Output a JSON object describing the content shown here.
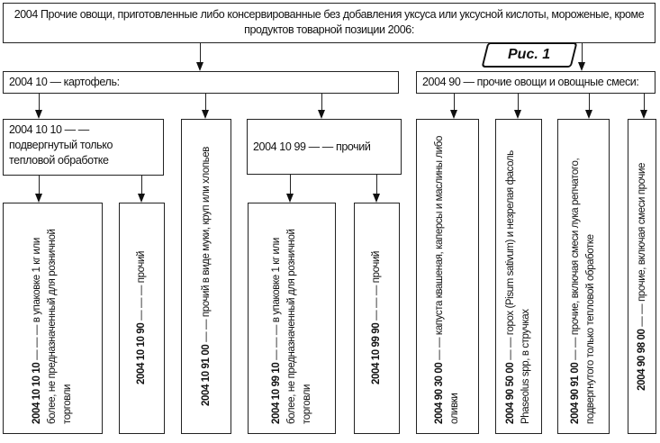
{
  "root": {
    "text": "2004 Прочие овощи, приготовленные либо консервированные без добавления уксуса или уксусной кислоты, мороженые, кроме продуктов товарной позиции 2006:"
  },
  "figure_label": "Рис. 1",
  "level1": [
    {
      "text": "2004 10 — картофель:"
    },
    {
      "text": "2004 90 — прочие овощи и овощные смеси:"
    }
  ],
  "level2": [
    {
      "text": "2004 10 10 — — подвергнутый только тепловой обработке"
    },
    {
      "text": "2004 10 99 — — прочий"
    }
  ],
  "leaves": [
    {
      "code": "2004 10 10 10",
      "text": " — — — в упаковке 1 кг или более, не предназначенный для розничной торговли"
    },
    {
      "code": "2004 10 10 90",
      "text": " — — — прочий"
    },
    {
      "code": "2004 10 91 00",
      "text": " — — прочий в виде муки, круп или хлопьев"
    },
    {
      "code": "2004 10 99 10",
      "text": " — — — в упаковке 1 кг или более, не предназначенный для розничной торговли"
    },
    {
      "code": "2004 10 99 90",
      "text": " — — — прочий"
    },
    {
      "code": "2004 90 30 00",
      "text": " — — капуста квашеная, каперсы и маслины либо оливки"
    },
    {
      "code": "2004 90 50 00",
      "text": " — — горох (Pisum sativum) и незрелая фасоль Phaseolus spp, в стручках"
    },
    {
      "code": "2004 90 91 00",
      "text": " — — прочие, включая смеси лука репчатого, подвергнутого только тепловой обработке"
    },
    {
      "code": "2004 90 98 00",
      "text": " — — прочие, включая смеси прочие"
    }
  ]
}
